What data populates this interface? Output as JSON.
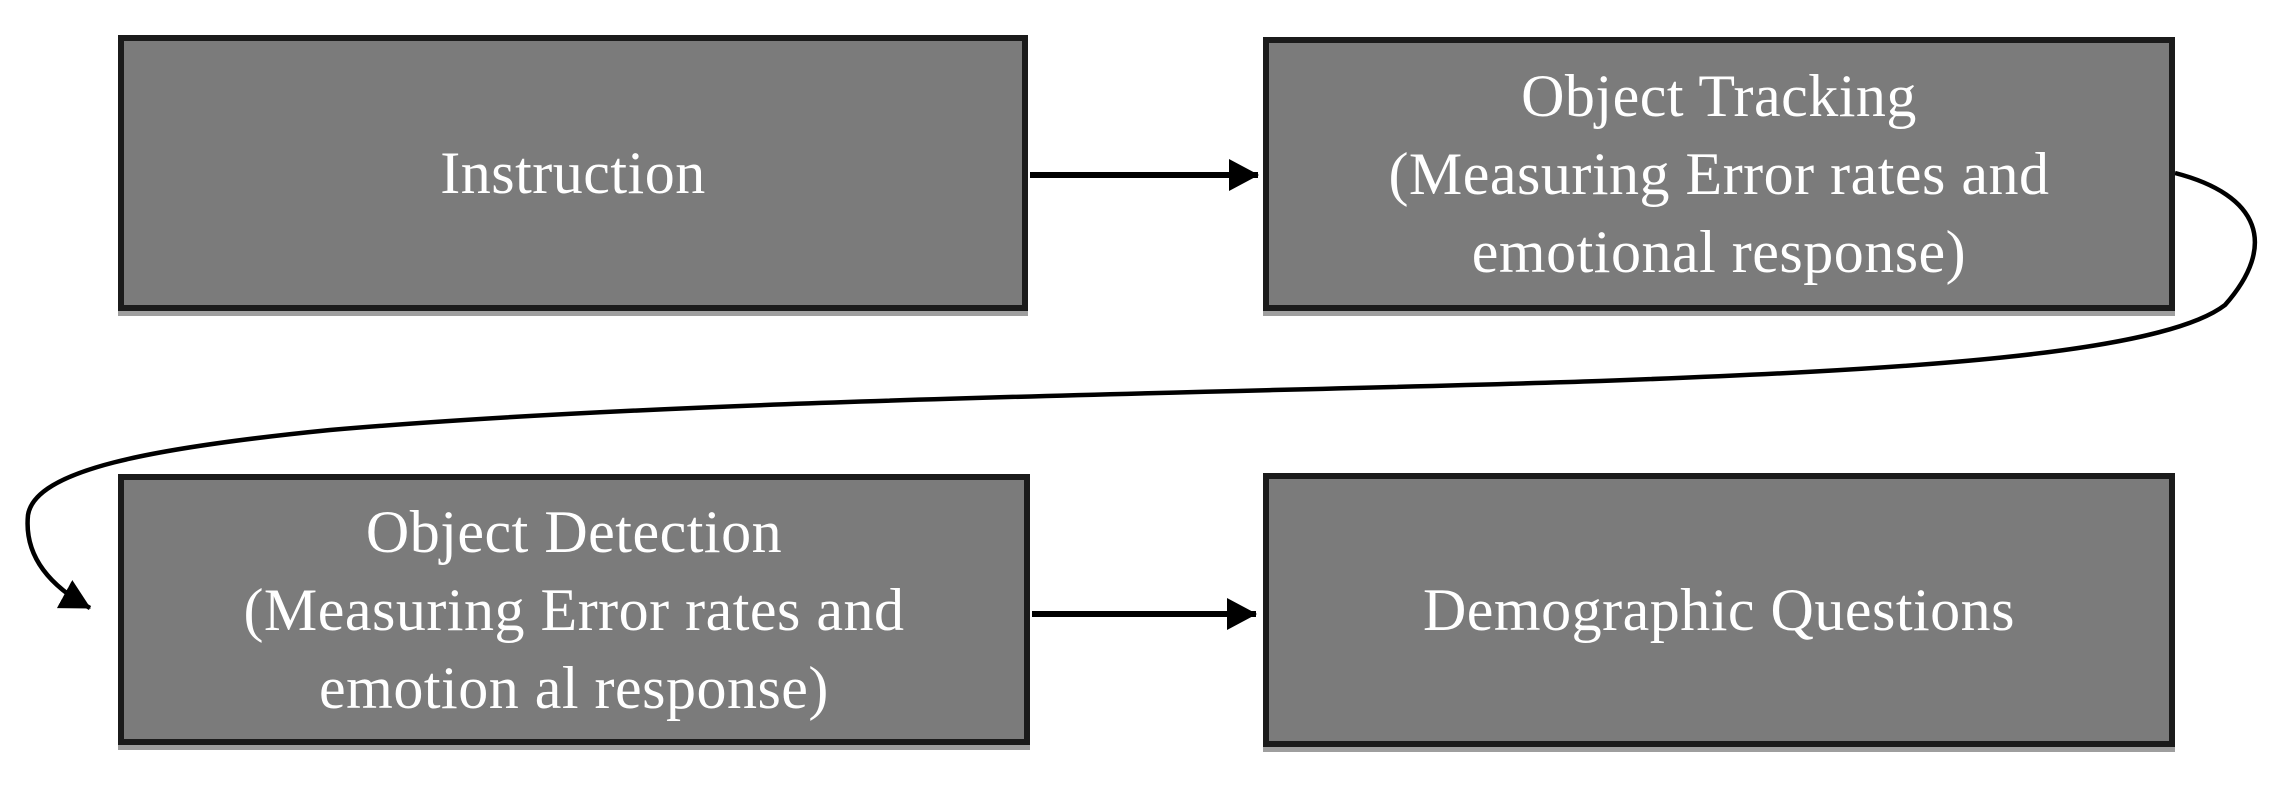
{
  "diagram": {
    "type": "flowchart",
    "colors": {
      "background": "#ffffff",
      "box_fill": "#7b7b7b",
      "box_border": "#1b1b1b",
      "text_color": "#ffffff",
      "arrow_color": "#000000"
    },
    "nodes": {
      "instruction": {
        "lines": [
          "Instruction"
        ]
      },
      "tracking": {
        "lines": [
          "Object Tracking",
          "(Measuring Error rates and",
          "emotional response)"
        ]
      },
      "detection": {
        "lines": [
          "Object Detection",
          "(Measuring Error rates and",
          "emotion al response)"
        ]
      },
      "demographic": {
        "lines": [
          "Demographic Questions"
        ]
      }
    },
    "edges": [
      {
        "from": "Instruction",
        "to": "Object Tracking",
        "style": "straight-horizontal-arrow"
      },
      {
        "from": "Object Tracking",
        "to": "Object Detection",
        "style": "curved-s-arrow"
      },
      {
        "from": "Object Detection",
        "to": "Demographic Questions",
        "style": "straight-horizontal-arrow"
      }
    ]
  }
}
